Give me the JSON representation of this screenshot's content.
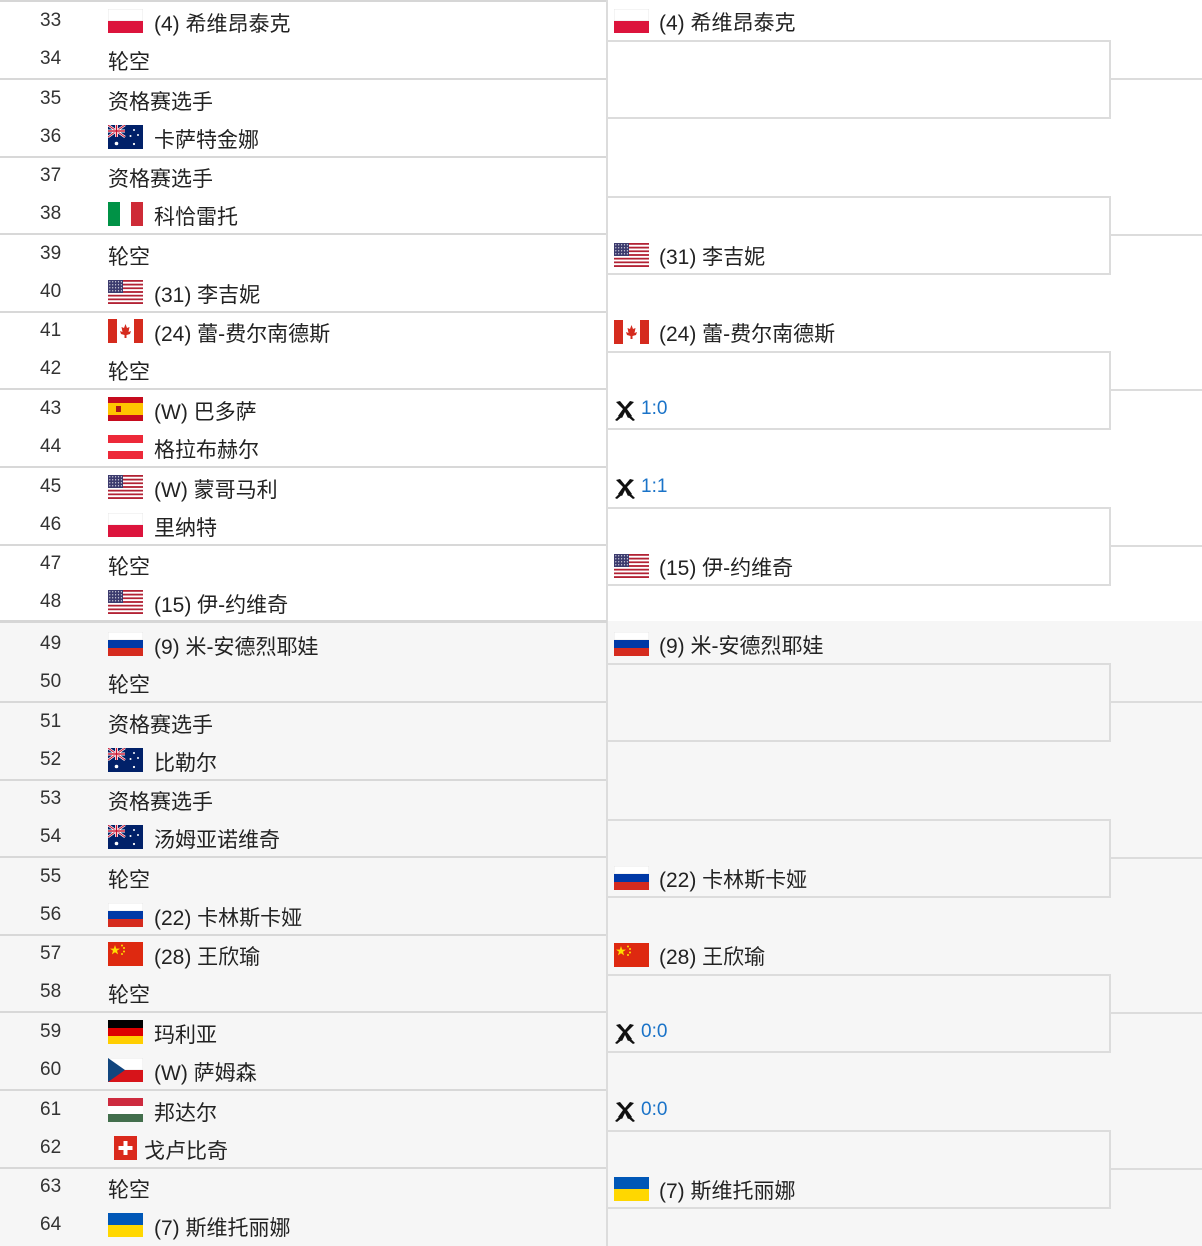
{
  "draw": {
    "slots": [
      {
        "num": "33",
        "name": "(4) 希维昂泰克",
        "flag": "pol"
      },
      {
        "num": "34",
        "name": "轮空",
        "flag": ""
      },
      {
        "num": "35",
        "name": "资格赛选手",
        "flag": ""
      },
      {
        "num": "36",
        "name": "卡萨特金娜",
        "flag": "aus"
      },
      {
        "num": "37",
        "name": "资格赛选手",
        "flag": ""
      },
      {
        "num": "38",
        "name": "科恰雷托",
        "flag": "ita"
      },
      {
        "num": "39",
        "name": "轮空",
        "flag": ""
      },
      {
        "num": "40",
        "name": "(31) 李吉妮",
        "flag": "usa"
      },
      {
        "num": "41",
        "name": "(24) 蕾-费尔南德斯",
        "flag": "can"
      },
      {
        "num": "42",
        "name": "轮空",
        "flag": ""
      },
      {
        "num": "43",
        "name": "(W) 巴多萨",
        "flag": "esp"
      },
      {
        "num": "44",
        "name": "格拉布赫尔",
        "flag": "aut"
      },
      {
        "num": "45",
        "name": "(W) 蒙哥马利",
        "flag": "usa"
      },
      {
        "num": "46",
        "name": "里纳特",
        "flag": "pol"
      },
      {
        "num": "47",
        "name": "轮空",
        "flag": ""
      },
      {
        "num": "48",
        "name": "(15) 伊-约维奇",
        "flag": "usa"
      },
      {
        "num": "49",
        "name": "(9) 米-安德烈耶娃",
        "flag": "rus"
      },
      {
        "num": "50",
        "name": "轮空",
        "flag": ""
      },
      {
        "num": "51",
        "name": "资格赛选手",
        "flag": ""
      },
      {
        "num": "52",
        "name": "比勒尔",
        "flag": "aus"
      },
      {
        "num": "53",
        "name": "资格赛选手",
        "flag": ""
      },
      {
        "num": "54",
        "name": "汤姆亚诺维奇",
        "flag": "aus"
      },
      {
        "num": "55",
        "name": "轮空",
        "flag": ""
      },
      {
        "num": "56",
        "name": "(22) 卡林斯卡娅",
        "flag": "rus"
      },
      {
        "num": "57",
        "name": "(28) 王欣瑜",
        "flag": "chn"
      },
      {
        "num": "58",
        "name": "轮空",
        "flag": ""
      },
      {
        "num": "59",
        "name": "玛利亚",
        "flag": "ger"
      },
      {
        "num": "60",
        "name": "(W) 萨姆森",
        "flag": "cze"
      },
      {
        "num": "61",
        "name": "邦达尔",
        "flag": "hun"
      },
      {
        "num": "62",
        "name": "戈卢比奇",
        "flag": "sui"
      },
      {
        "num": "63",
        "name": "轮空",
        "flag": ""
      },
      {
        "num": "64",
        "name": "(7) 斯维托丽娜",
        "flag": "ukr"
      }
    ],
    "round2": [
      {
        "type": "player",
        "name": "(4) 希维昂泰克",
        "flag": "pol"
      },
      {
        "type": "empty"
      },
      {
        "type": "empty"
      },
      {
        "type": "player",
        "name": "(31) 李吉妮",
        "flag": "usa"
      },
      {
        "type": "player",
        "name": "(24) 蕾-费尔南德斯",
        "flag": "can"
      },
      {
        "type": "score",
        "score": "1:0"
      },
      {
        "type": "score",
        "score": "1:1"
      },
      {
        "type": "player",
        "name": "(15) 伊-约维奇",
        "flag": "usa"
      },
      {
        "type": "player",
        "name": "(9) 米-安德烈耶娃",
        "flag": "rus"
      },
      {
        "type": "empty"
      },
      {
        "type": "empty"
      },
      {
        "type": "player",
        "name": "(22) 卡林斯卡娅",
        "flag": "rus"
      },
      {
        "type": "player",
        "name": "(28) 王欣瑜",
        "flag": "chn"
      },
      {
        "type": "score",
        "score": "0:0"
      },
      {
        "type": "score",
        "score": "0:0"
      },
      {
        "type": "player",
        "name": "(7) 斯维托丽娜",
        "flag": "ukr"
      }
    ],
    "colors": {
      "score": "#1a73c8",
      "border": "#dcdcdc",
      "section2_bg": "#f6f6f6"
    },
    "icons": {
      "match_status": "versus-icon"
    }
  }
}
